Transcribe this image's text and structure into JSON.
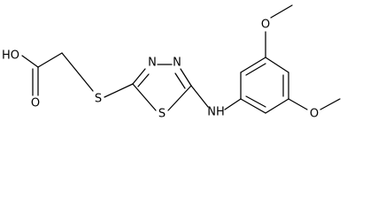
{
  "atoms": {
    "carboxyl_oh": "HO",
    "carbonyl_o": "O",
    "thioether_s": "S",
    "ring_n1": "N",
    "ring_n2": "N",
    "ring_s": "S",
    "amine_nh": "NH",
    "methoxy_o_top": "O",
    "methoxy_o_bottom": "O"
  },
  "colors": {
    "bonds": "#000000",
    "labels": "#000000",
    "background": "#ffffff"
  }
}
